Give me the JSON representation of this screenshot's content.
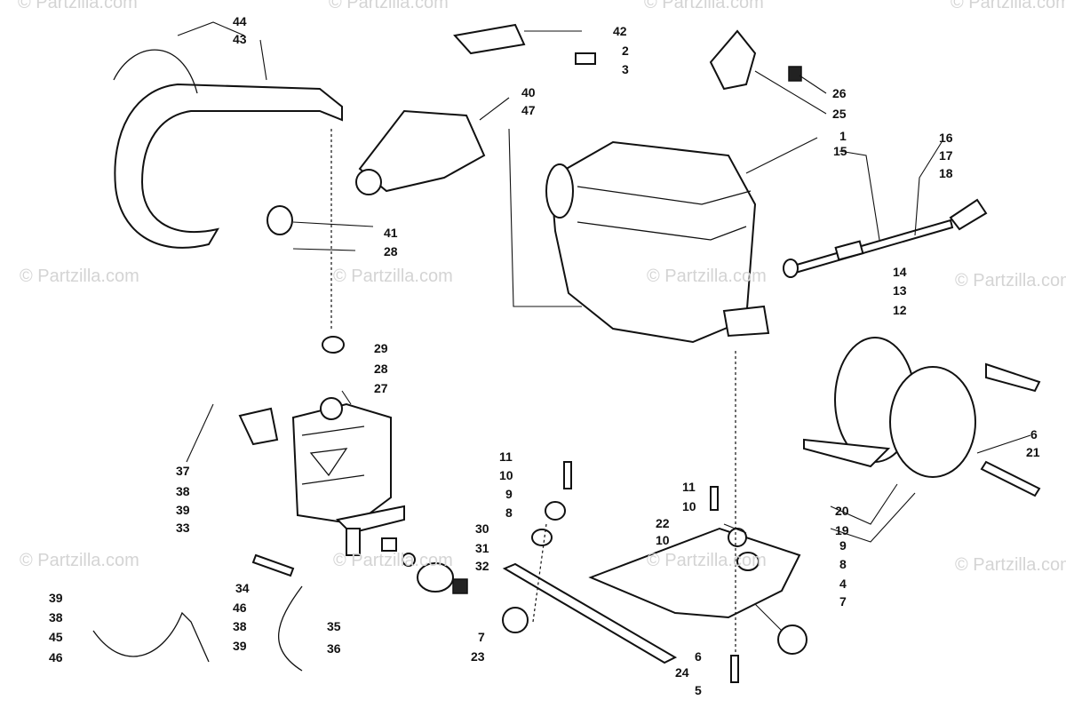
{
  "watermark": "© Partzilla.com",
  "callouts": [
    "44",
    "43",
    "42",
    "2",
    "3",
    "40",
    "47",
    "26",
    "25",
    "1",
    "15",
    "16",
    "17",
    "18",
    "41",
    "28",
    "14",
    "13",
    "12",
    "29",
    "28",
    "27",
    "37",
    "38",
    "39",
    "33",
    "34",
    "35",
    "36",
    "30",
    "31",
    "32",
    "11",
    "10",
    "9",
    "8",
    "22",
    "10",
    "11",
    "10",
    "9",
    "8",
    "4",
    "7",
    "7",
    "23",
    "24",
    "6",
    "5",
    "20",
    "19",
    "6",
    "21",
    "39",
    "38",
    "45",
    "46",
    "46",
    "38",
    "39"
  ]
}
